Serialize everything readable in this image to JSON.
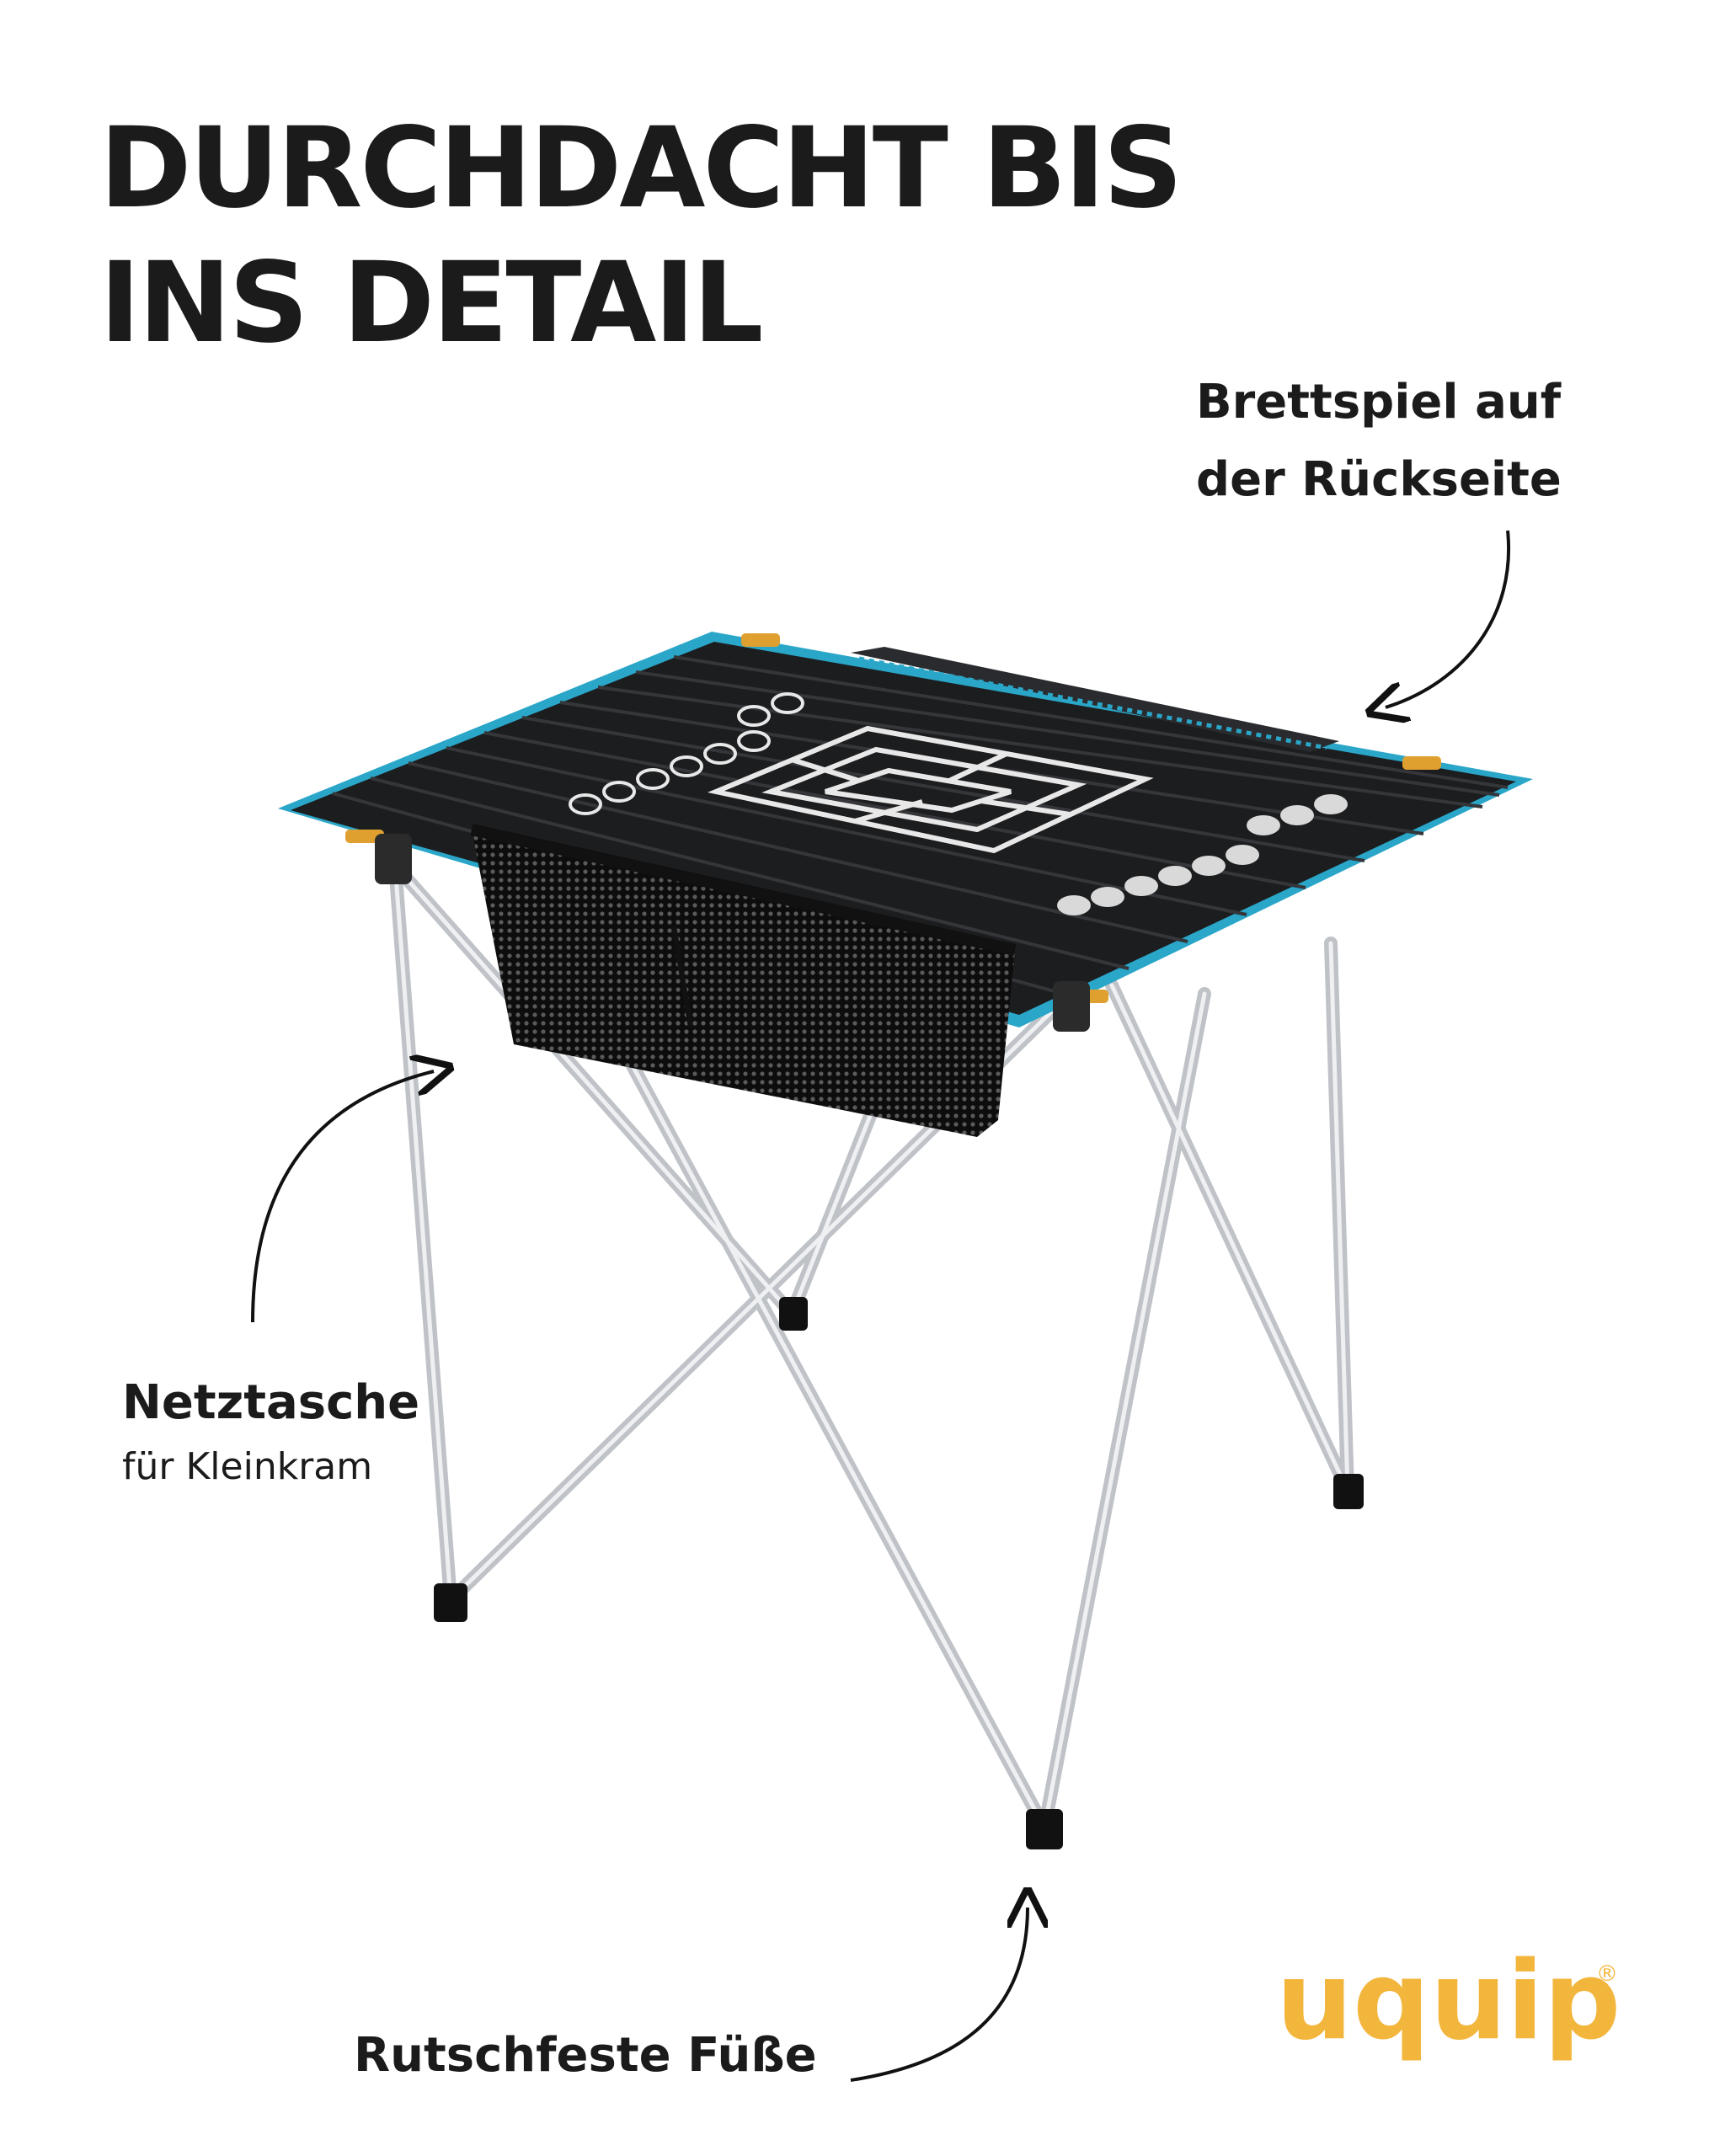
{
  "headline": {
    "line1": "DURCHDACHT BIS",
    "line2": "INS DETAIL"
  },
  "callouts": {
    "board_game": {
      "line1": "Brettspiel auf",
      "line2": "der Rückseite"
    },
    "net_pocket": {
      "title": "Netztasche",
      "subtitle": "für Kleinkram"
    },
    "feet": {
      "title": "Rutschfeste Füße"
    }
  },
  "brand": {
    "logo_text": "uquip",
    "registered_mark": "®",
    "color": "#F3B63D"
  },
  "colors": {
    "accent_edge": "#2AA6C8",
    "table_top": "#1c1d1f",
    "frame": "#c9ccd0",
    "clip": "#E0A030"
  }
}
